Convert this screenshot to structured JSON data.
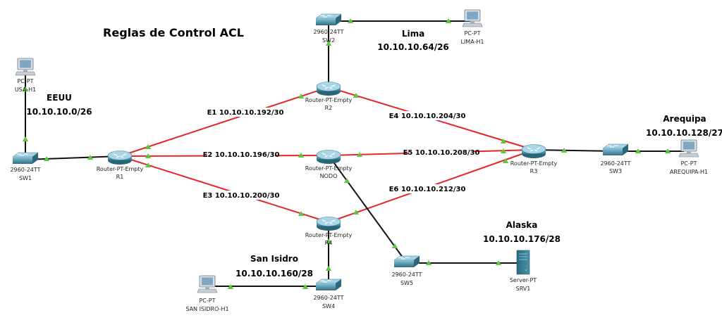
{
  "title": "Reglas de Control ACL",
  "areas": {
    "eeuu": {
      "name": "EEUU",
      "network": "10.10.10.0/26"
    },
    "lima": {
      "name": "Lima",
      "network": "10.10.10.64/26"
    },
    "arequipa": {
      "name": "Arequipa",
      "network": "10.10.10.128/27"
    },
    "san_isidro": {
      "name": "San Isidro",
      "network": "10.10.10.160/28"
    },
    "alaska": {
      "name": "Alaska",
      "network": "10.10.10.176/28"
    }
  },
  "links": {
    "e1": "E1 10.10.10.192/30",
    "e2": "E2 10.10.10.196/30",
    "e3": "E3 10.10.10.200/30",
    "e4": "E4 10.10.10.204/30",
    "e5": "E5 10.10.10.208/30",
    "e6": "E6 10.10.10.212/30"
  },
  "devices": {
    "r1": {
      "model": "Router-PT-Empty",
      "name": "R1"
    },
    "r2": {
      "model": "Router-PT-Empty",
      "name": "R2"
    },
    "r3": {
      "model": "Router-PT-Empty",
      "name": "R3"
    },
    "r4": {
      "model": "Router-PT-Empty",
      "name": "R4"
    },
    "nodo": {
      "model": "Router-PT-Empty",
      "name": "NODO"
    },
    "sw1": {
      "model": "2960-24TT",
      "name": "SW1"
    },
    "sw2": {
      "model": "2960-24TT",
      "name": "SW2"
    },
    "sw3": {
      "model": "2960-24TT",
      "name": "SW3"
    },
    "sw4": {
      "model": "2960-24TT",
      "name": "SW4"
    },
    "sw5": {
      "model": "2960-24TT",
      "name": "SW5"
    },
    "usa_h1": {
      "model": "PC-PT",
      "name": "USA-H1"
    },
    "lima_h1": {
      "model": "PC-PT",
      "name": "LIMA-H1"
    },
    "arequipa_h1": {
      "model": "PC-PT",
      "name": "AREQUIPA-H1"
    },
    "sanisidro_h1": {
      "model": "PC-PT",
      "name": "SAN ISIDRO-H1"
    },
    "srv1": {
      "model": "Server-PT",
      "name": "SRV1"
    }
  },
  "colors": {
    "serial_link": "#e8242a",
    "ethernet_link": "#111111",
    "link_endpoint": "#5cc83c",
    "router_body": "#4f8fa6",
    "switch_body": "#3f87a0",
    "pc_monitor": "#7f8e9d",
    "server_body": "#2d6f86"
  }
}
